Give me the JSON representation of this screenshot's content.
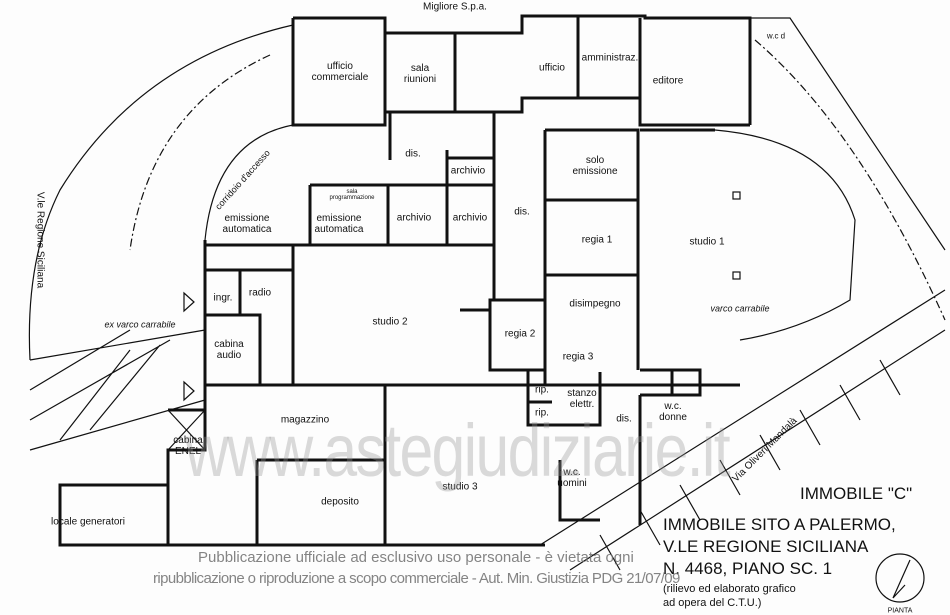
{
  "header_owner": "Migliore S.p.a.",
  "rooms": {
    "ufficio_commerciale": "ufficio\ncommerciale",
    "sala_riunioni": "sala\nriunioni",
    "ufficio": "ufficio",
    "amministraz": "amministraz.",
    "editore": "editore",
    "wc_d": "w.c d",
    "dis_1": "dis.",
    "archivio_1": "archivio",
    "solo_emissione": "solo\nemissione",
    "corridoio": "corridoio d'accesso",
    "sala_programmazione": "sala\nprogrammazione",
    "emissione_automatica_1": "emissione\nautomatica",
    "emissione_automatica_2": "emissione\nautomatica",
    "archivio_2": "archivio",
    "archivio_3": "archivio",
    "dis_2": "dis.",
    "regia_1": "regia  1",
    "studio_1": "studio  1",
    "ingr": "ingr.",
    "radio": "radio",
    "studio_2": "studio  2",
    "cabina_audio": "cabina\naudio",
    "ex_varco": "ex varco carrabile",
    "regia_2": "regia  2",
    "disimpegno": "disimpegno",
    "regia_3": "regia 3",
    "varco_carrabile": "varco carrabile",
    "rip_1": "rip.",
    "rip_2": "rip.",
    "stanzo_elettr": "stanzo\nelettr.",
    "dis_3": "dis.",
    "wc_donne": "w.c.\ndonne",
    "magazzino": "magazzino",
    "cabina_enel": "cabina\nENEL",
    "studio_3": "studio 3",
    "wc_uomini": "w.c.\nuomini",
    "deposito": "deposito",
    "locale_generatori": "locale generatori"
  },
  "streets": {
    "regione_siciliana": "V.le Regione Siciliana",
    "oliveri_mandala": "Via Oliveri Mandalà"
  },
  "title_block": {
    "immobile": "IMMOBILE \"C\"",
    "line1": "IMMOBILE SITO A PALERMO,",
    "line2": "V.LE REGIONE SICILIANA",
    "line3": "N. 4468, PIANO SC. 1",
    "note1": "(rilievo ed elaborato grafico",
    "note2": "ad opera del C.T.U.)",
    "north_label": "PIANTA"
  },
  "watermark": "www.astegiudiziarie.it",
  "disclaimer": {
    "line1": "Pubblicazione ufficiale ad esclusivo uso personale - è vietata ogni",
    "line2": "ripubblicazione o riproduzione a scopo commerciale - Aut. Min. Giustizia PDG 21/07/09"
  }
}
